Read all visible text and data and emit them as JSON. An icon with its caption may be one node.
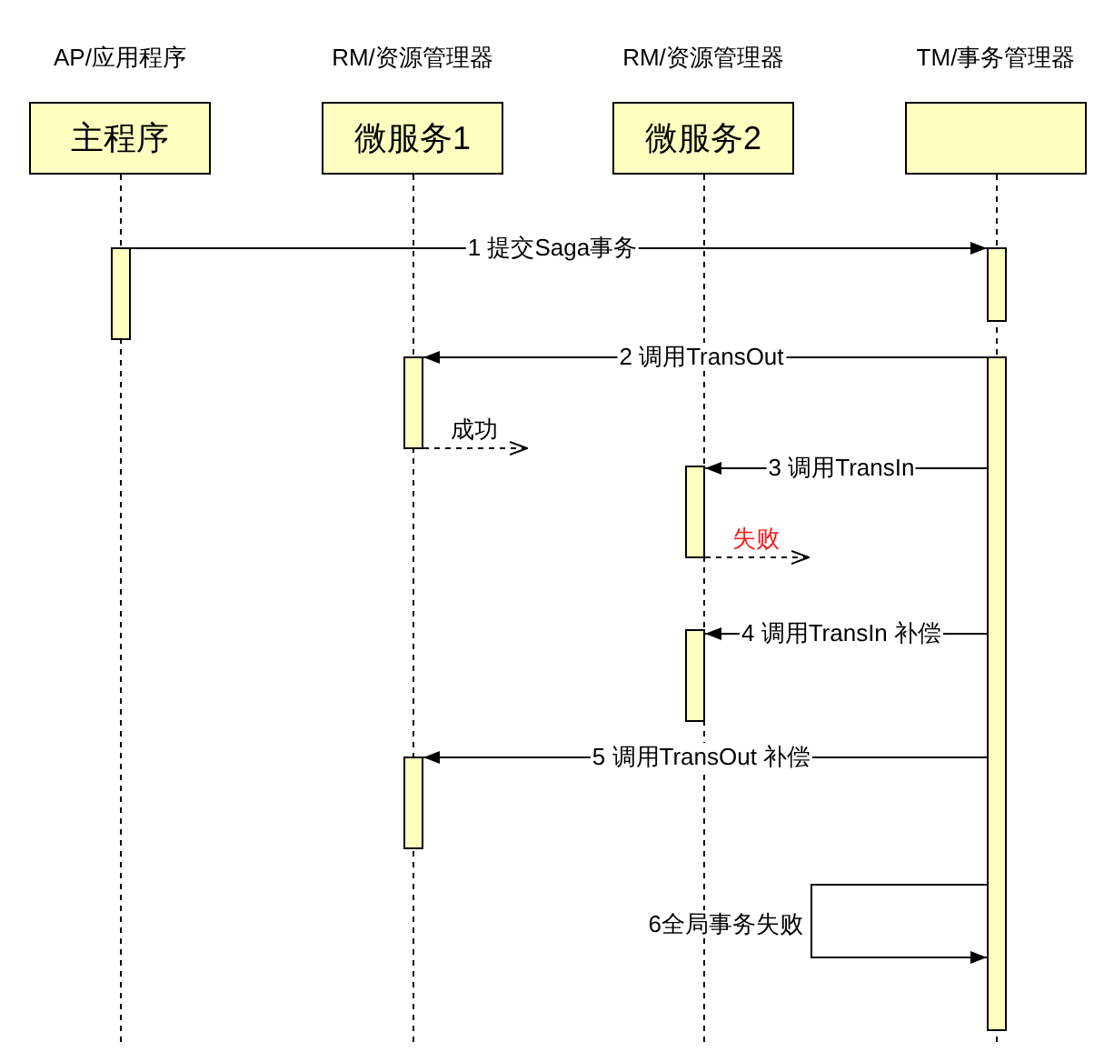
{
  "diagram": {
    "nodes": [
      {
        "text": [
          "AP/应用程序",
          "主程序"
        ]
      },
      {
        "text": [
          "RM/资源管理器",
          "微服务1"
        ]
      },
      {
        "text": [
          "RM/资源管理器",
          "微服务2"
        ]
      },
      {
        "text": [
          "TM/事务管理器"
        ]
      },
      {
        "text": [],
        "shape": "bar"
      },
      {
        "text": [],
        "shape": "bar"
      },
      {
        "text": [],
        "shape": "bar"
      },
      {
        "text": [],
        "shape": "bar"
      },
      {
        "text": [],
        "shape": "bar"
      },
      {
        "text": [],
        "shape": "bar"
      },
      {
        "text": [],
        "shape": "bar"
      }
    ],
    "edges": [
      {
        "from": 4,
        "to": 5,
        "arrow": "to",
        "label": "1 提交Saga事务"
      },
      {
        "from": 7,
        "to": 6,
        "arrow": "to",
        "label": "2 调用TransOut"
      },
      {
        "from": 6,
        "to": null,
        "arrow": "to",
        "label": "成功",
        "style": "dashed"
      },
      {
        "from": 7,
        "to": 8,
        "arrow": "to",
        "label": "3 调用TransIn"
      },
      {
        "from": 8,
        "to": null,
        "arrow": "to",
        "label": "失败",
        "style": "dashed"
      },
      {
        "from": 7,
        "to": 9,
        "arrow": "to",
        "label": "4 调用TransIn 补偿"
      },
      {
        "from": 7,
        "to": 10,
        "arrow": "to",
        "label": "5 调用TransOut 补偿"
      },
      {
        "from": 7,
        "to": 7,
        "arrow": "to",
        "label": "6全局事务失败"
      }
    ]
  }
}
